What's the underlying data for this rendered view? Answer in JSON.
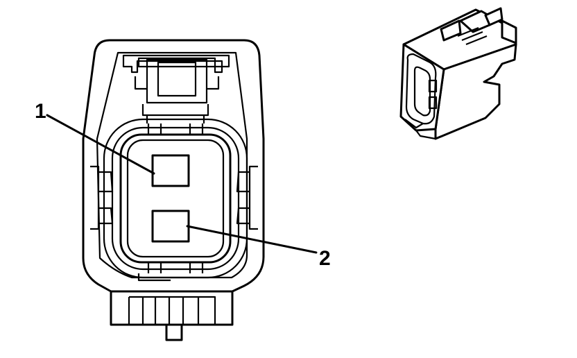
{
  "callouts": [
    {
      "id": "1",
      "label": "1"
    },
    {
      "id": "2",
      "label": "2"
    }
  ],
  "colors": {
    "line": "#000000",
    "background": "#ffffff"
  },
  "icons": [
    "connector-face-view",
    "connector-isometric-view"
  ]
}
